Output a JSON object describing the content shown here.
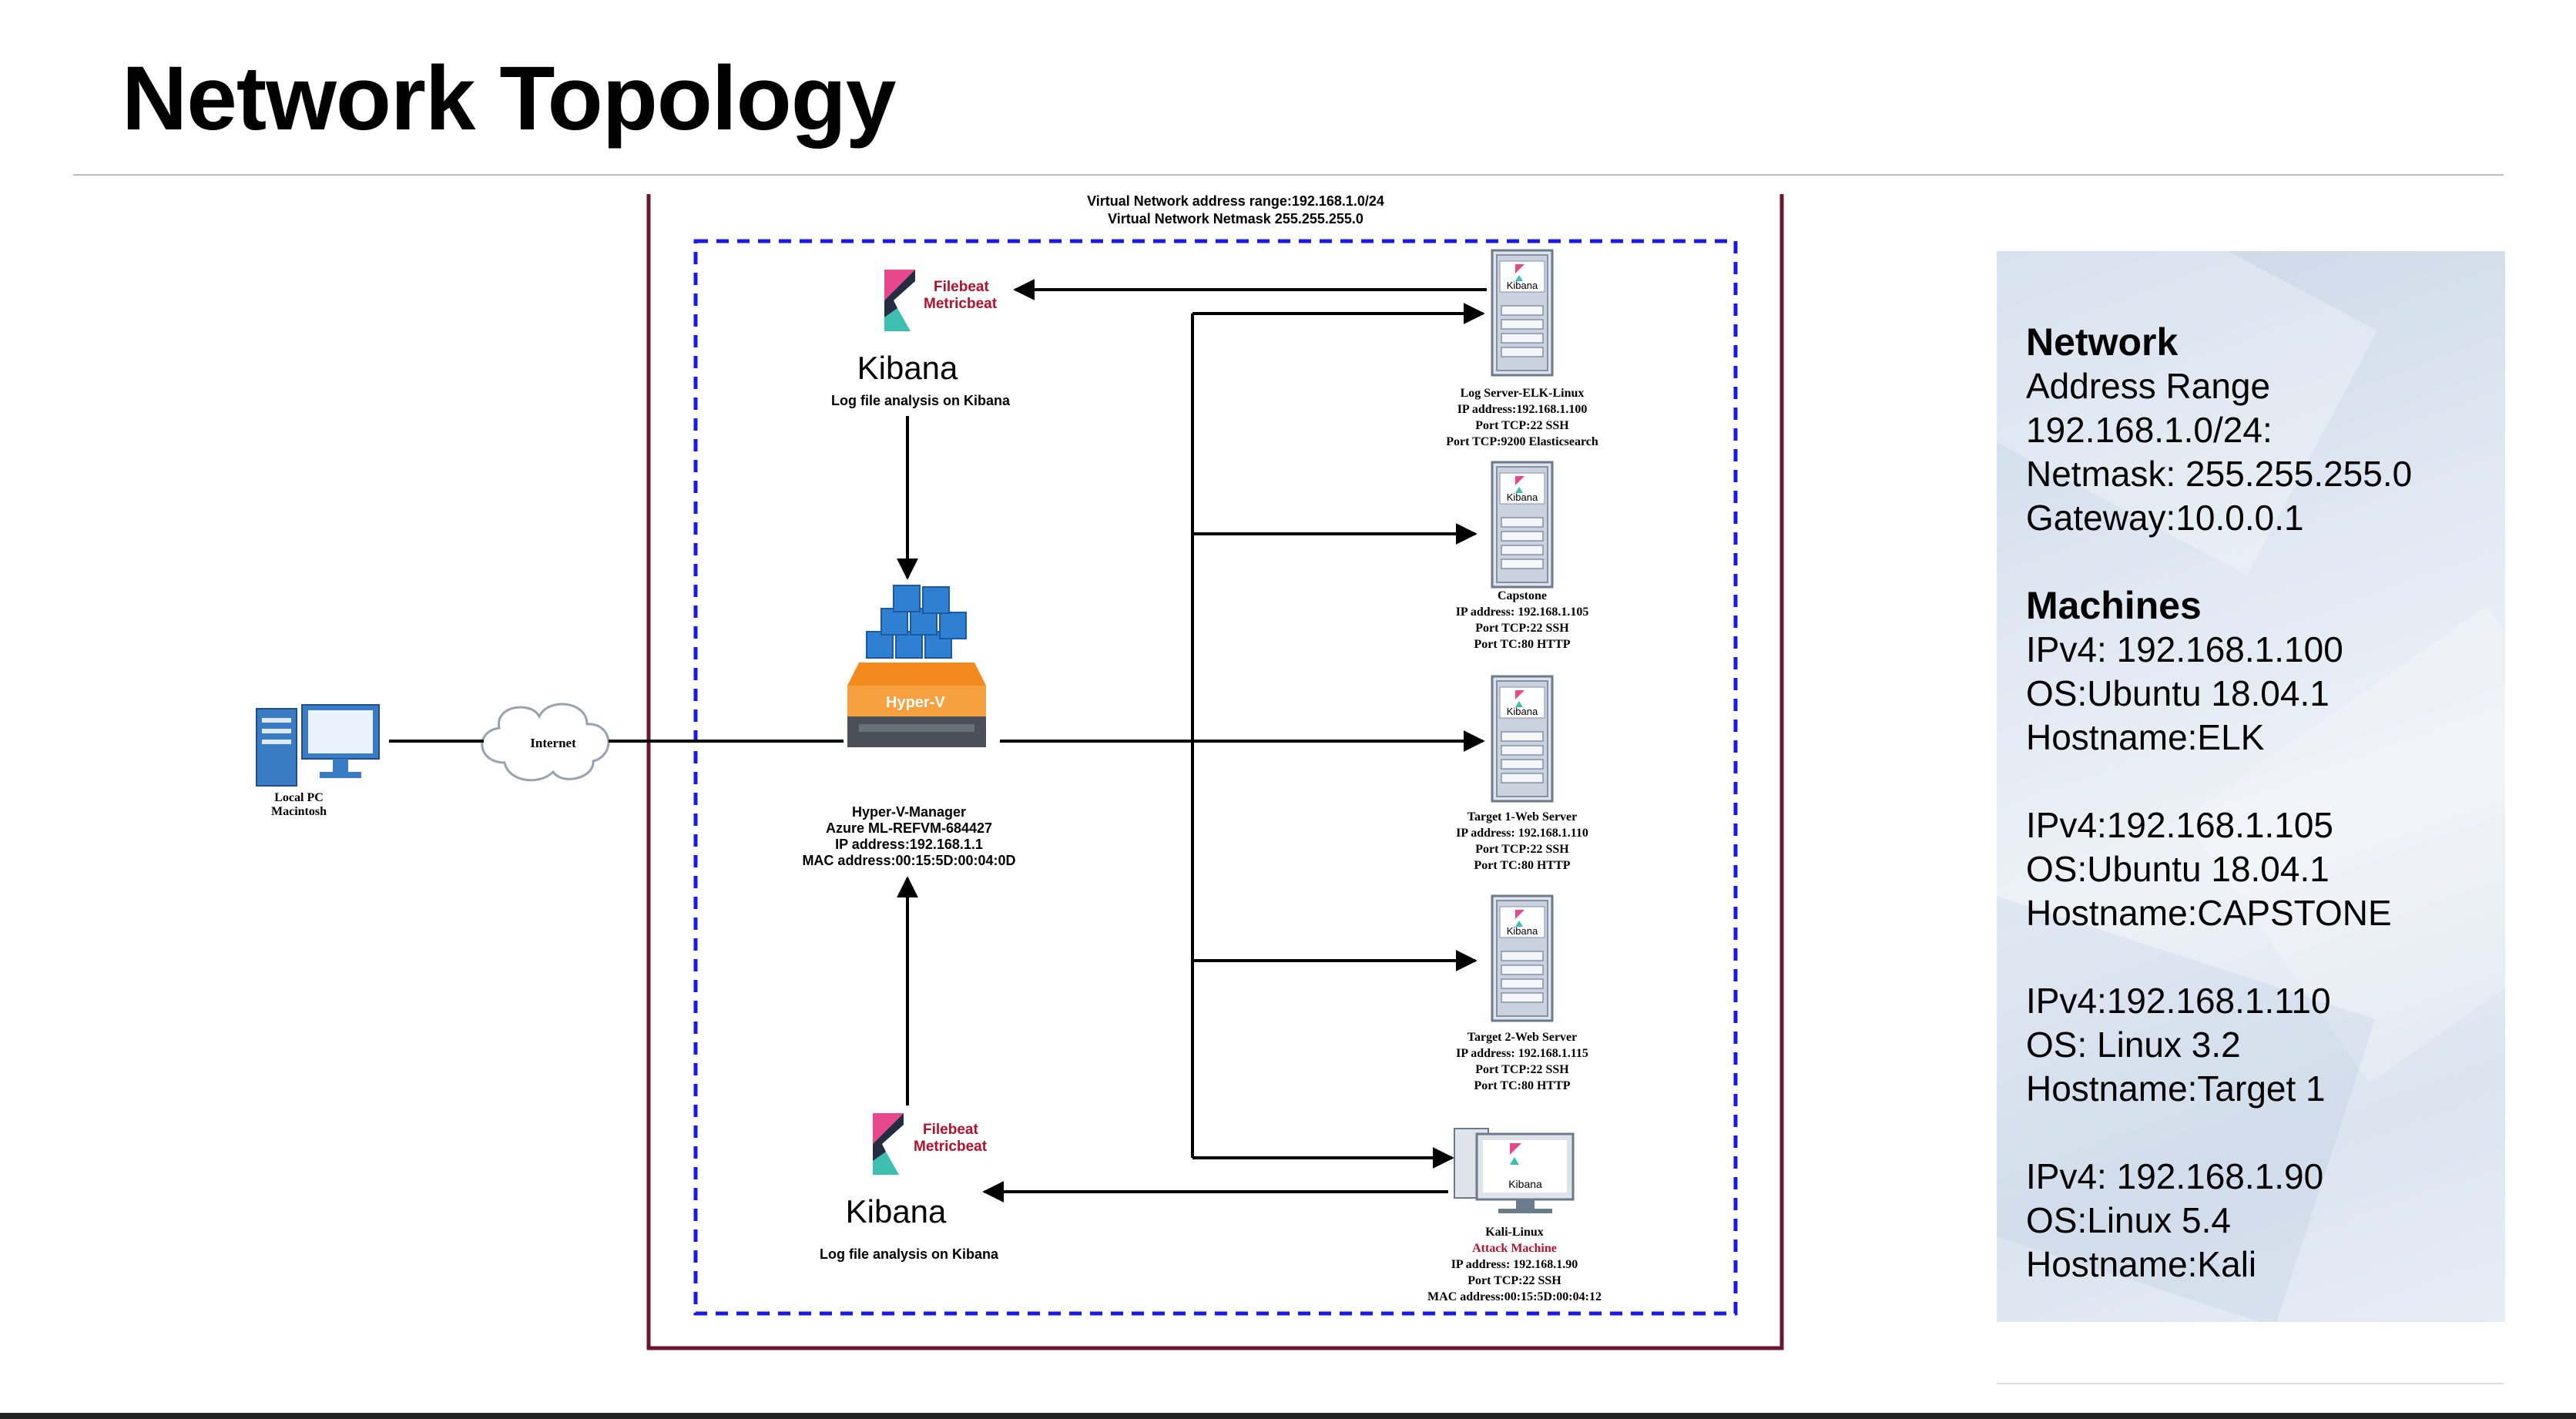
{
  "slide": {
    "title": "Network Topology"
  },
  "network_header": {
    "range": "Virtual Network address range:192.168.1.0/24",
    "netmask": "Virtual Network Netmask 255.255.255.0"
  },
  "kibana_top": {
    "beats1": "Filebeat",
    "beats2": "Metricbeat",
    "name": "Kibana",
    "caption": "Log file analysis on Kibana"
  },
  "kibana_bottom": {
    "beats1": "Filebeat",
    "beats2": "Metricbeat",
    "name": "Kibana",
    "caption": "Log file analysis on Kibana"
  },
  "local_pc": {
    "line1": "Local PC",
    "line2": "Macintosh"
  },
  "internet": {
    "label": "Internet"
  },
  "hyperv": {
    "badge": "Hyper-V",
    "lines": [
      "Hyper-V-Manager",
      "Azure ML-REFVM-684427",
      "IP address:192.168.1.1",
      "MAC address:00:15:5D:00:04:0D"
    ]
  },
  "servers": [
    {
      "badge": "Kibana",
      "lines": [
        "Log Server-ELK-Linux",
        "IP address:192.168.1.100",
        "Port TCP:22 SSH",
        "Port TCP:9200 Elasticsearch"
      ]
    },
    {
      "badge": "Kibana",
      "lines": [
        "Capstone",
        "IP address: 192.168.1.105",
        "Port TCP:22 SSH",
        "Port TC:80 HTTP"
      ]
    },
    {
      "badge": "Kibana",
      "lines": [
        "Target 1-Web Server",
        "IP address: 192.168.1.110",
        "Port TCP:22 SSH",
        "Port TC:80 HTTP"
      ]
    },
    {
      "badge": "Kibana",
      "lines": [
        "Target 2-Web Server",
        "IP address: 192.168.1.115",
        "Port TCP:22 SSH",
        "Port TC:80 HTTP"
      ]
    }
  ],
  "kali": {
    "badge": "Kibana",
    "title": "Kali-Linux",
    "role": "Attack Machine",
    "lines": [
      "IP address: 192.168.1.90",
      "Port TCP:22 SSH",
      "MAC address:00:15:5D:00:04:12"
    ]
  },
  "info": {
    "network_heading": "Network",
    "network_lines": [
      "Address Range",
      "192.168.1.0/24:",
      "Netmask: 255.255.255.0",
      "Gateway:10.0.0.1"
    ],
    "machines_heading": "Machines",
    "machines": [
      [
        "IPv4: 192.168.1.100",
        "OS:Ubuntu 18.04.1",
        "Hostname:ELK"
      ],
      [
        "IPv4:192.168.1.105",
        "OS:Ubuntu 18.04.1",
        "Hostname:CAPSTONE"
      ],
      [
        "IPv4:192.168.1.110",
        "OS: Linux 3.2",
        "Hostname:Target 1"
      ],
      [
        "IPv4: 192.168.1.90",
        "OS:Linux 5.4",
        "Hostname:Kali"
      ]
    ]
  },
  "colors": {
    "frame": "#6b1631",
    "dashed": "#1a1ae6",
    "kibana_pink": "#e8478b",
    "kibana_teal": "#3ebeb0",
    "beats_red": "#b0122c",
    "hyperv_blue": "#2f7fd3",
    "hyperv_orange": "#f28a1e"
  }
}
